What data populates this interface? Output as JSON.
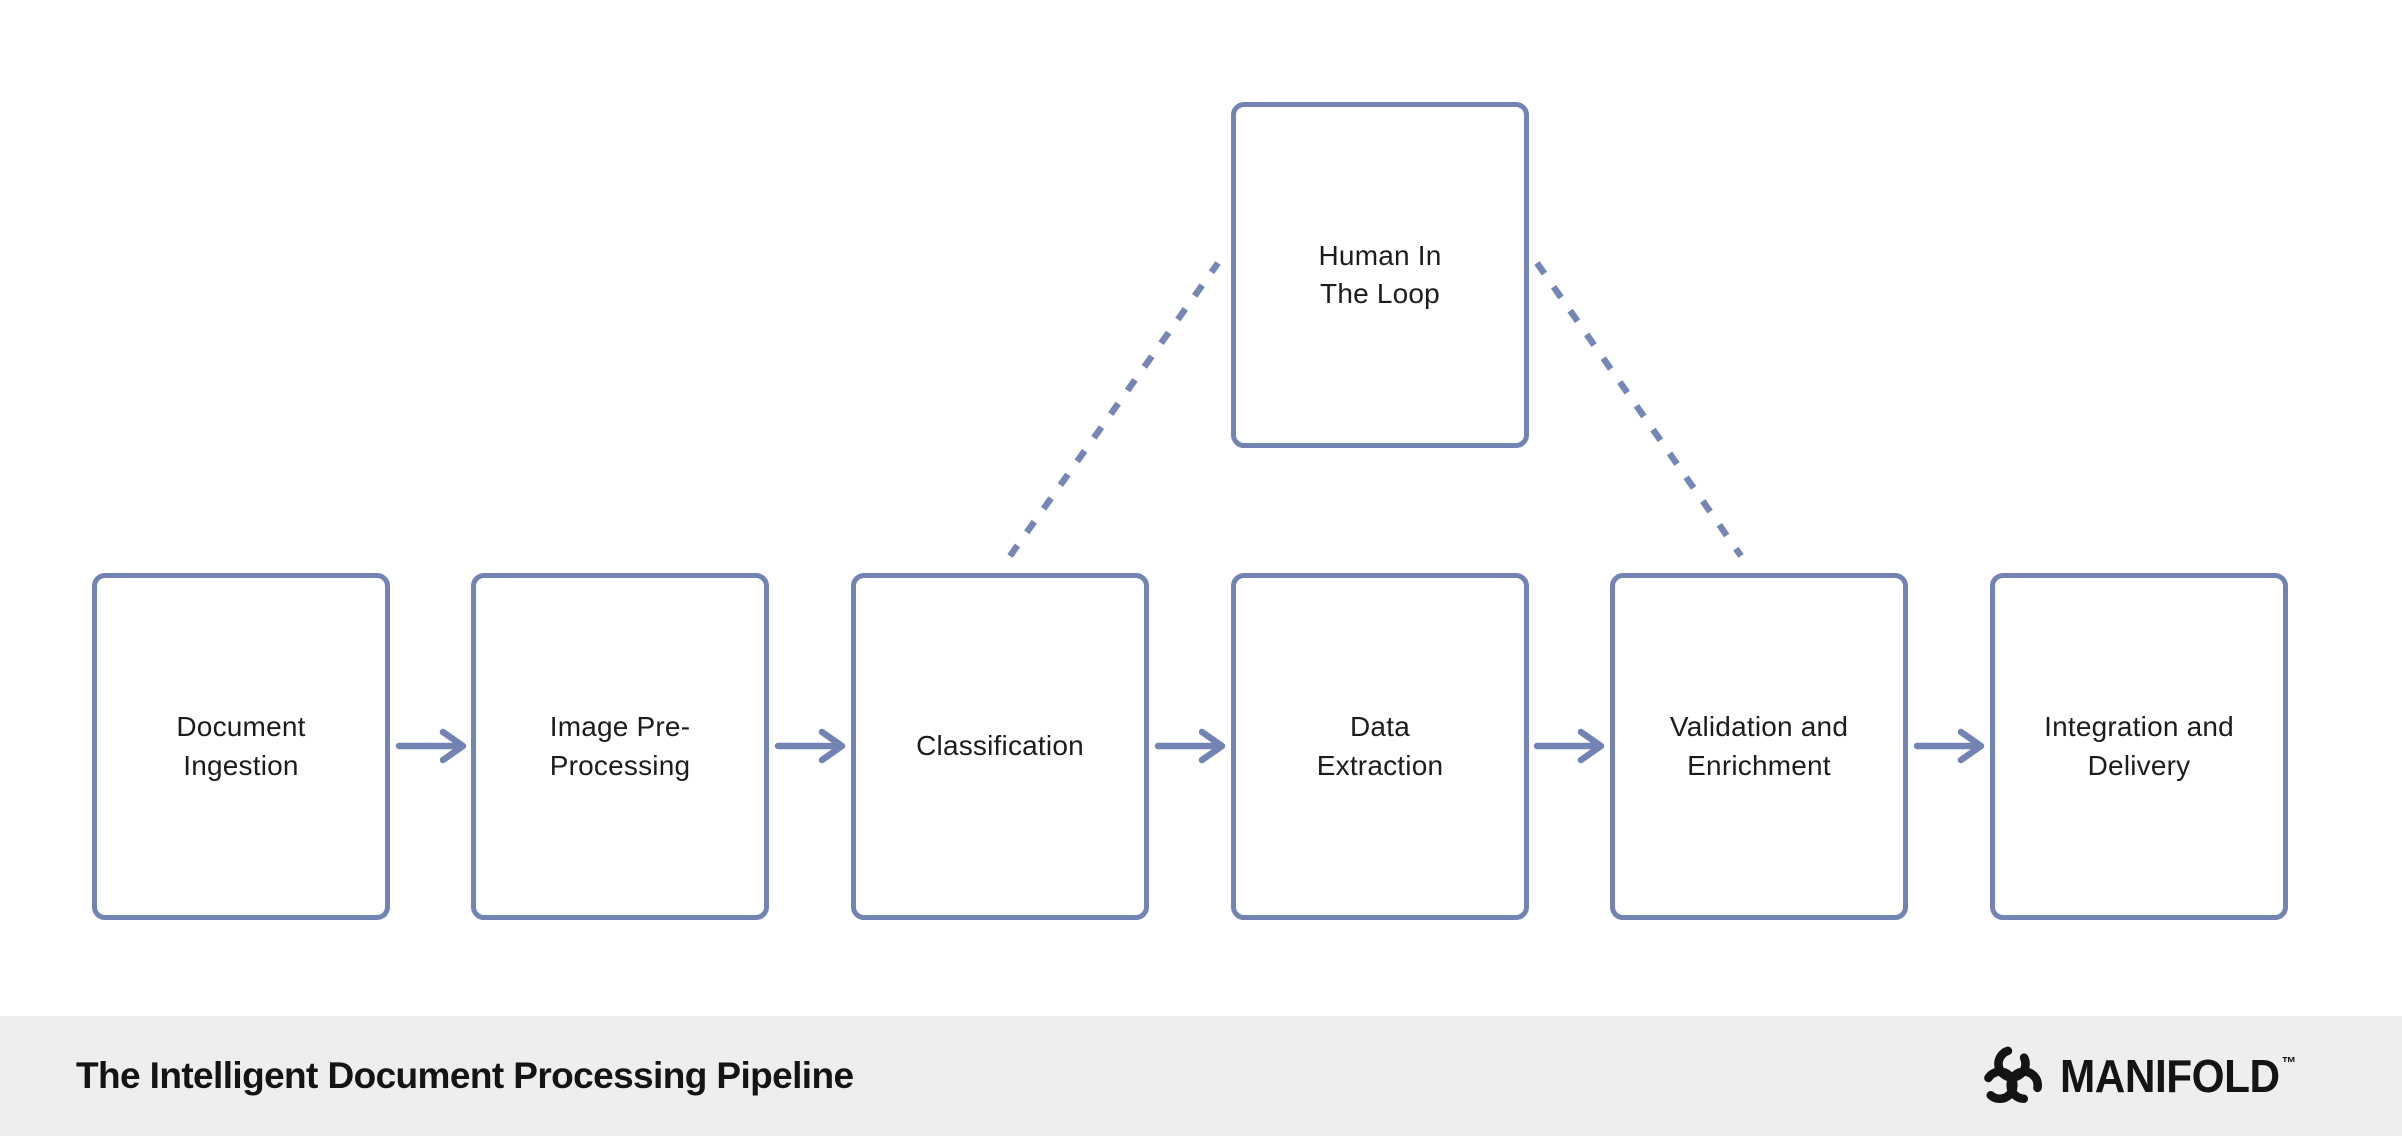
{
  "colors": {
    "canvas": "#ffffff",
    "nodeFill": "#ffffff",
    "nodeBorder": "#7283b4",
    "connector": "#7283b4",
    "dash": "#7787b5",
    "text": "#1c1c1c",
    "footerBg": "#eeeeef",
    "brand": "#141414"
  },
  "diagram": {
    "nodes": [
      {
        "id": "document-ingestion",
        "label": "Document\nIngestion"
      },
      {
        "id": "image-pre-processing",
        "label": "Image Pre-\nProcessing"
      },
      {
        "id": "classification",
        "label": "Classification"
      },
      {
        "id": "data-extraction",
        "label": "Data\nExtraction"
      },
      {
        "id": "validation-and-enrichment",
        "label": "Validation and\nEnrichment"
      },
      {
        "id": "integration-and-delivery",
        "label": "Integration and\nDelivery"
      },
      {
        "id": "human-in-the-loop",
        "label": "Human In\nThe Loop"
      }
    ],
    "connections": [
      {
        "from": "document-ingestion",
        "to": "image-pre-processing",
        "style": "arrow"
      },
      {
        "from": "image-pre-processing",
        "to": "classification",
        "style": "arrow"
      },
      {
        "from": "classification",
        "to": "data-extraction",
        "style": "arrow"
      },
      {
        "from": "data-extraction",
        "to": "validation-and-enrichment",
        "style": "arrow"
      },
      {
        "from": "validation-and-enrichment",
        "to": "integration-and-delivery",
        "style": "arrow"
      },
      {
        "from": "classification",
        "to": "human-in-the-loop",
        "style": "dashed"
      },
      {
        "from": "human-in-the-loop",
        "to": "validation-and-enrichment",
        "style": "dashed"
      }
    ]
  },
  "footer": {
    "title": "The Intelligent Document Processing Pipeline",
    "brand": "MANIFOLD",
    "trademark": "™"
  }
}
